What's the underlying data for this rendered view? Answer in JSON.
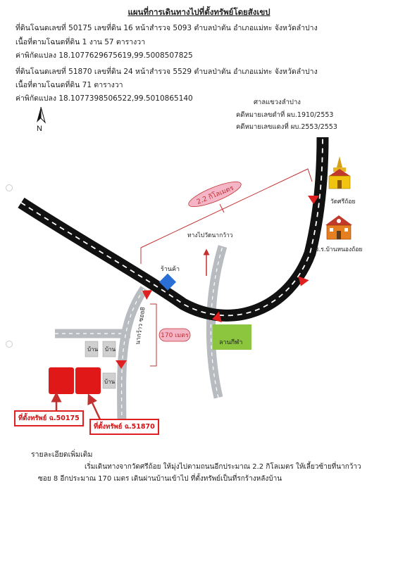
{
  "title": "แผนที่การเดินทางไปที่ตั้งทรัพย์โดยสังเขป",
  "header_lines": [
    "ที่ดินโฉนดเลขที่ 50175 เลขที่ดิน 16  หน้าสำรวจ 5093 ตำบลป่าตัน   อำเภอแม่ทะ  จังหวัดลำปาง",
    "เนื้อที่ตามโฉนดที่ดิน    1 งาน 57 ตารางวา",
    "ค่าพิกัดแปลง 18.1077629675619,99.5008507825",
    "ที่ดินโฉนดเลขที่ 51870 เลขที่ดิน 24 หน้าสำรวจ 5529 ตำบลป่าตัน  อำเภอแม่ทะ  จังหวัดลำปาง",
    "เนื้อที่ตามโฉนดที่ดิน      71 ตารางวา",
    "ค่าพิกัดแปลง 18.1077398506522,99.5010865140"
  ],
  "court": {
    "name": "ศาลแขวงลำปาง",
    "case_black": "คดีหมายเลขดำที่ ผบ.1910/2553",
    "case_red": "คดีหมายเลขแดงที่ ผบ.2553/2553"
  },
  "north_label": "N",
  "map_labels": {
    "distance_main": "2.2 กิโลเมตร",
    "to_temple": "ทางไปวัดนากว้าว",
    "shop": "ร้านค้า",
    "soi": "นากว้าว ซอย8",
    "distance_soi": "170 เมตร",
    "field": "ลานกีฬา",
    "temple": "วัดศรีถ้อย",
    "school": "ร.ร.บ้านหนองถ้อย",
    "house": "บ้าน"
  },
  "property_labels": [
    "ที่ตั้งทรัพย์ ฉ.50175",
    "ที่ตั้งทรัพย์ ฉ.51870"
  ],
  "details": {
    "heading": "รายละเอียดเพิ่มเติม",
    "line1": "เริ่มเดินทางจากวัดศรีถ้อย ให้มุ่งไปตามถนนอีกประมาณ 2.2 กิโลเมตร ให้เลี้ยวซ้ายที่นากว้าว",
    "line2": "ซอย 8 อีกประมาณ 170 เมตร  เดินผ่านบ้านเข้าไป ที่ตั้งทรัพย์เป็นที่รกร้างหลังบ้าน"
  },
  "colors": {
    "road": "#111111",
    "lane": "#ffffff",
    "side_road": "#b8bcc0",
    "arrow": "#e02020",
    "pink": "#f4b6c6",
    "field": "#8cc63f",
    "shop": "#2a6fd6",
    "property": "#e01818",
    "annotation": "#c23030"
  }
}
